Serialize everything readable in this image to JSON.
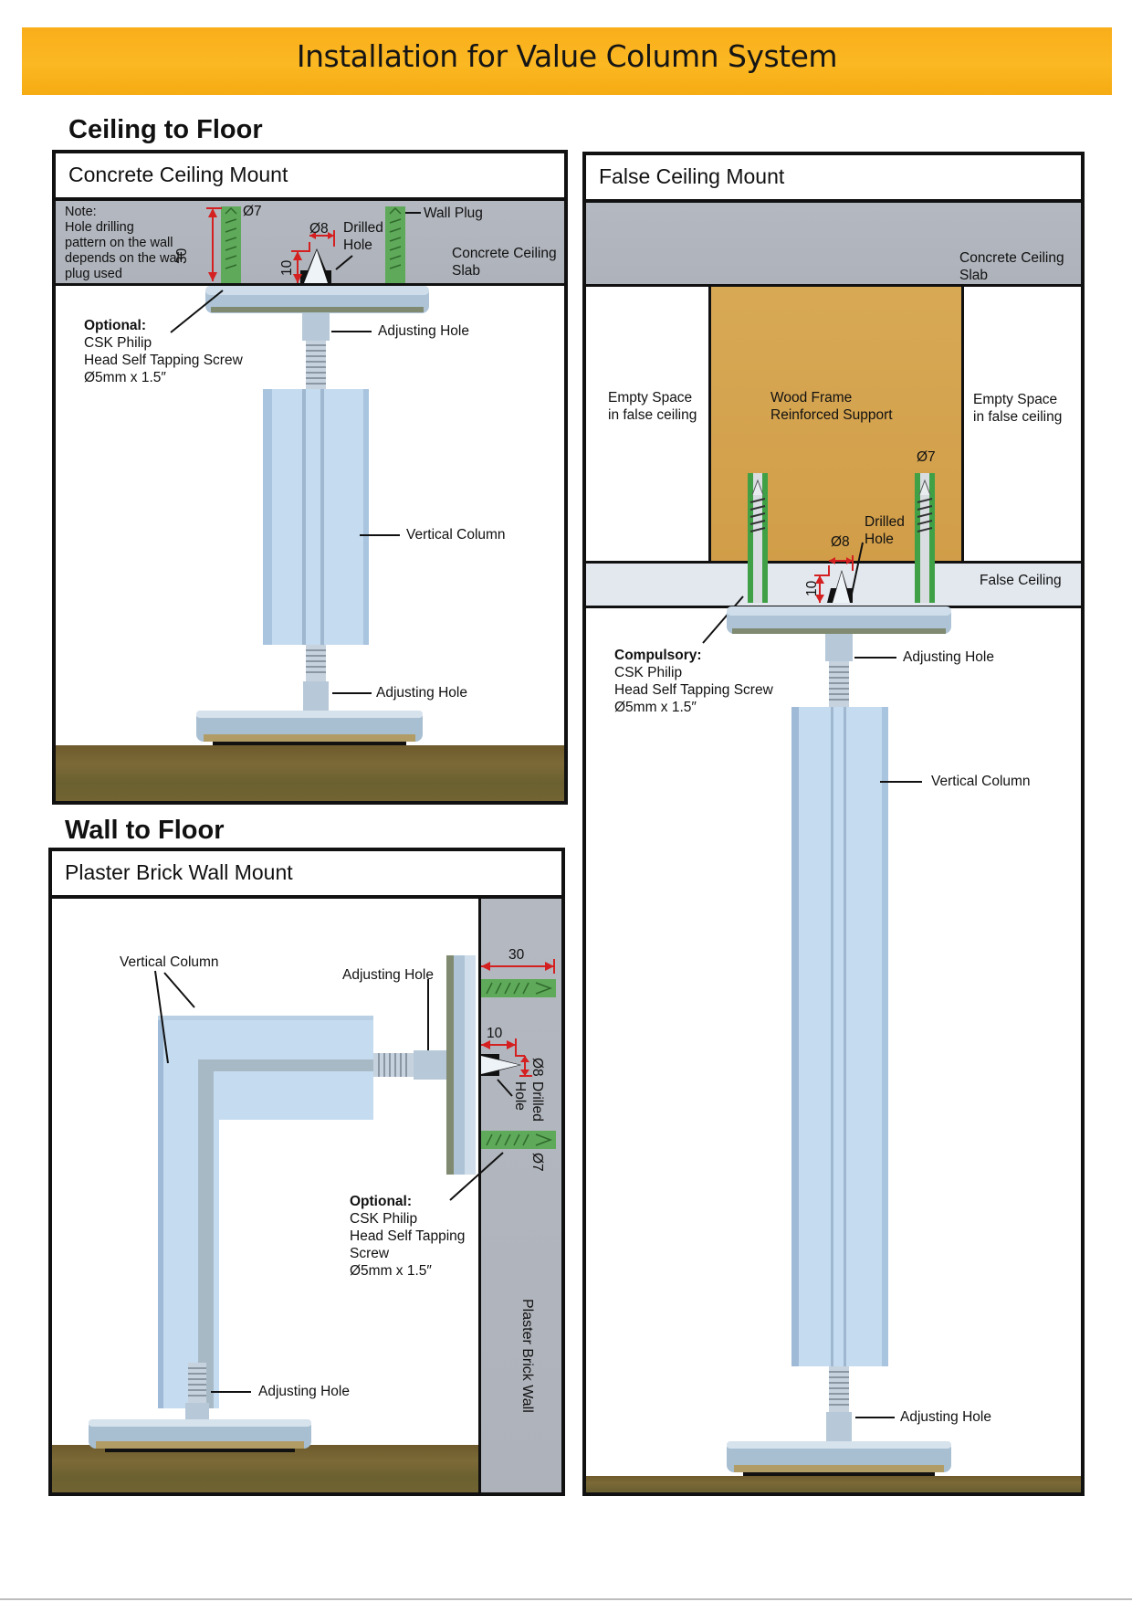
{
  "header": {
    "title": "Installation for Value Column System",
    "banner_color": "#FBB41D"
  },
  "sections": {
    "ceiling_to_floor": "Ceiling to Floor",
    "wall_to_floor": "Wall to Floor"
  },
  "panels": {
    "concrete_ceiling": {
      "title": "Concrete Ceiling Mount",
      "note": [
        "Note:",
        "Hole drilling",
        "pattern on the wall",
        "depends on the wall",
        "plug used"
      ],
      "dim_plug_depth": "30",
      "dim_plug_diameter": "Ø7",
      "dim_hole_diameter": "Ø8",
      "dim_hole_depth": "10",
      "drilled_hole": [
        "Drilled",
        "Hole"
      ],
      "wall_plug": "Wall Plug",
      "slab": [
        "Concrete Ceiling",
        "Slab"
      ],
      "screw": {
        "heading": "Optional:",
        "lines": [
          "CSK Philip",
          "Head Self Tapping Screw",
          "Ø5mm x 1.5″"
        ]
      },
      "adjusting_hole_top": "Adjusting Hole",
      "vertical_column": "Vertical Column",
      "adjusting_hole_bottom": "Adjusting Hole"
    },
    "false_ceiling": {
      "title": "False Ceiling Mount",
      "slab": [
        "Concrete Ceiling",
        "Slab"
      ],
      "empty_left": [
        "Empty Space",
        "in false ceiling"
      ],
      "wood_frame": [
        "Wood Frame",
        "Reinforced Support"
      ],
      "empty_right": [
        "Empty Space",
        "in false ceiling"
      ],
      "dim_plug_diameter": "Ø7",
      "drilled_hole": [
        "Drilled",
        "Hole"
      ],
      "dim_hole_diameter": "Ø8",
      "dim_hole_depth": "10",
      "false_ceiling_label": "False Ceiling",
      "screw": {
        "heading": "Compulsory:",
        "lines": [
          "CSK Philip",
          "Head Self Tapping Screw",
          "Ø5mm x 1.5″"
        ]
      },
      "adjusting_hole_top": "Adjusting Hole",
      "vertical_column": "Vertical Column",
      "adjusting_hole_bottom": "Adjusting Hole"
    },
    "plaster_wall": {
      "title": "Plaster Brick Wall Mount",
      "vertical_column": "Vertical Column",
      "adjusting_hole_top": "Adjusting Hole",
      "dim_plug_depth": "30",
      "dim_hole_depth": "10",
      "dim_hole_diameter": "Ø8",
      "drilled_hole": [
        "Drilled",
        "Hole"
      ],
      "dim_plug_diameter": "Ø7",
      "screw": {
        "heading": "Optional:",
        "lines": [
          "CSK Philip",
          "Head Self Tapping",
          "Screw",
          "Ø5mm x 1.5″"
        ]
      },
      "adjusting_hole_bottom": "Adjusting Hole",
      "wall_label": "Plaster Brick Wall"
    }
  },
  "colors": {
    "slab": "#B1B5BD",
    "wood": "#D4A24C",
    "plug": "#4CAF50",
    "dimension": "#D42020",
    "column": "#BFD6EE",
    "floor": "#736332"
  }
}
